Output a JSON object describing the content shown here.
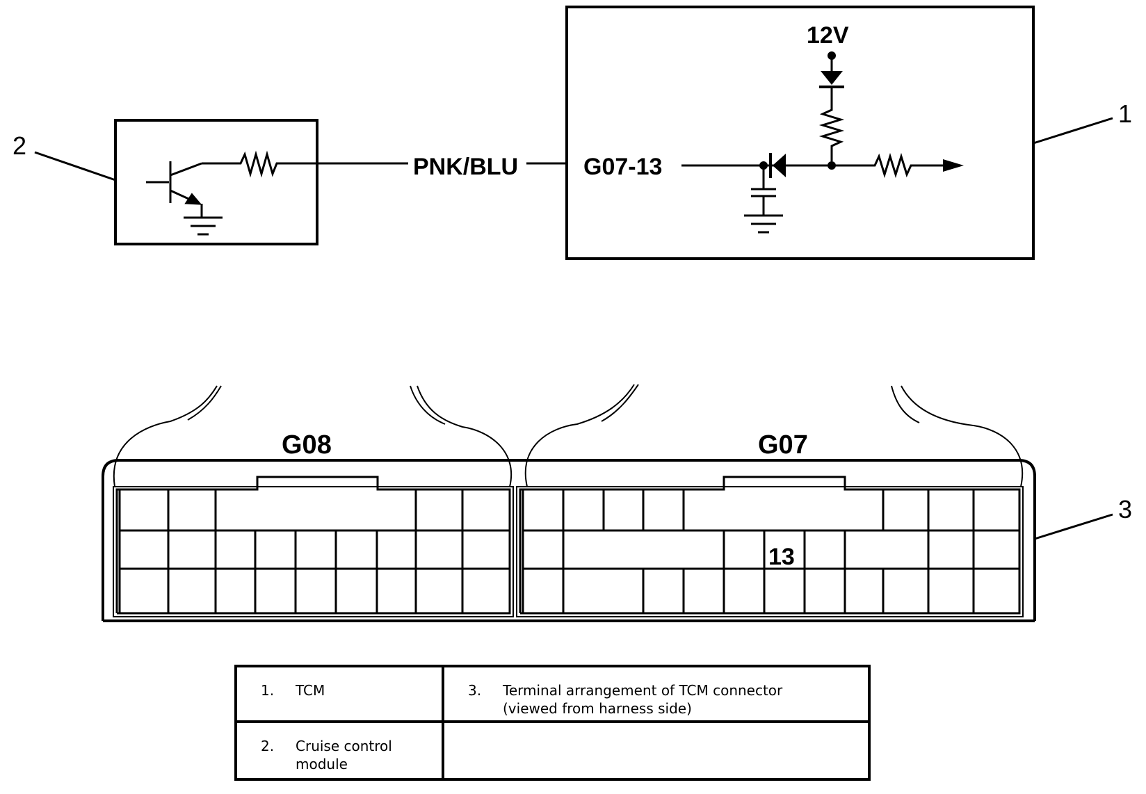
{
  "callouts": [
    "1",
    "2",
    "3"
  ],
  "circuit": {
    "supply_label": "12V",
    "wire_label": "PNK/BLU",
    "terminal_label": "G07-13"
  },
  "connector": {
    "left_name": "G08",
    "right_name": "G07",
    "highlighted_pin": "13"
  },
  "legend": [
    {
      "num": "1.",
      "text": "TCM"
    },
    {
      "num": "3.",
      "text": "Terminal arrangement of TCM connector (viewed from harness side)"
    },
    {
      "num": "2.",
      "text": "Cruise control module"
    }
  ],
  "icons": [
    "transistor-icon",
    "resistor-icon",
    "diode-icon",
    "capacitor-icon",
    "ground-icon",
    "arrow-icon"
  ]
}
